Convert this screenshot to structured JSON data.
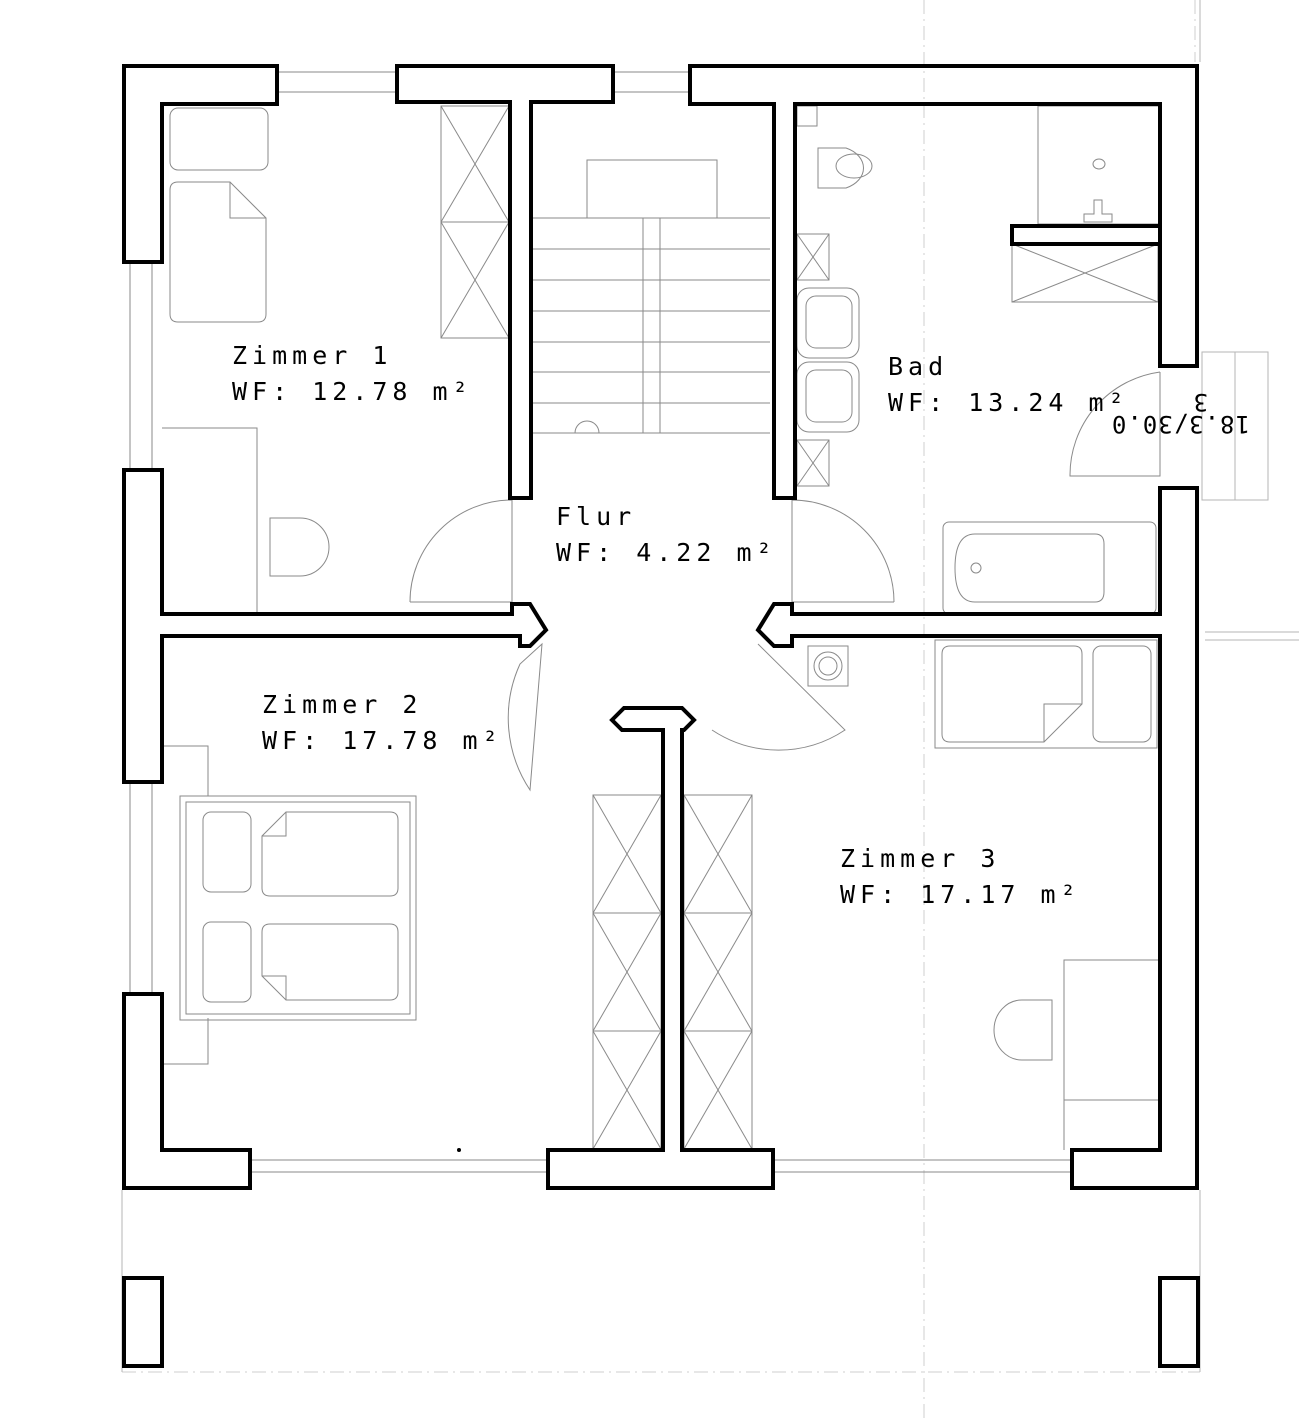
{
  "rooms": [
    {
      "name": "Zimmer 1",
      "area": "WF: 12.78 m²"
    },
    {
      "name": "Flur",
      "area": "WF: 4.22 m²"
    },
    {
      "name": "Bad",
      "area": "WF: 13.24 m²"
    },
    {
      "name": "Zimmer 2",
      "area": "WF: 17.78 m²"
    },
    {
      "name": "Zimmer 3",
      "area": "WF: 17.17 m²"
    }
  ],
  "stair_annotation": {
    "count": "3",
    "dimensions": "18.3/30.0"
  },
  "colors": {
    "wall": "#000000",
    "furniture": "#8a8a8a",
    "grid": "#cfcfcf"
  }
}
